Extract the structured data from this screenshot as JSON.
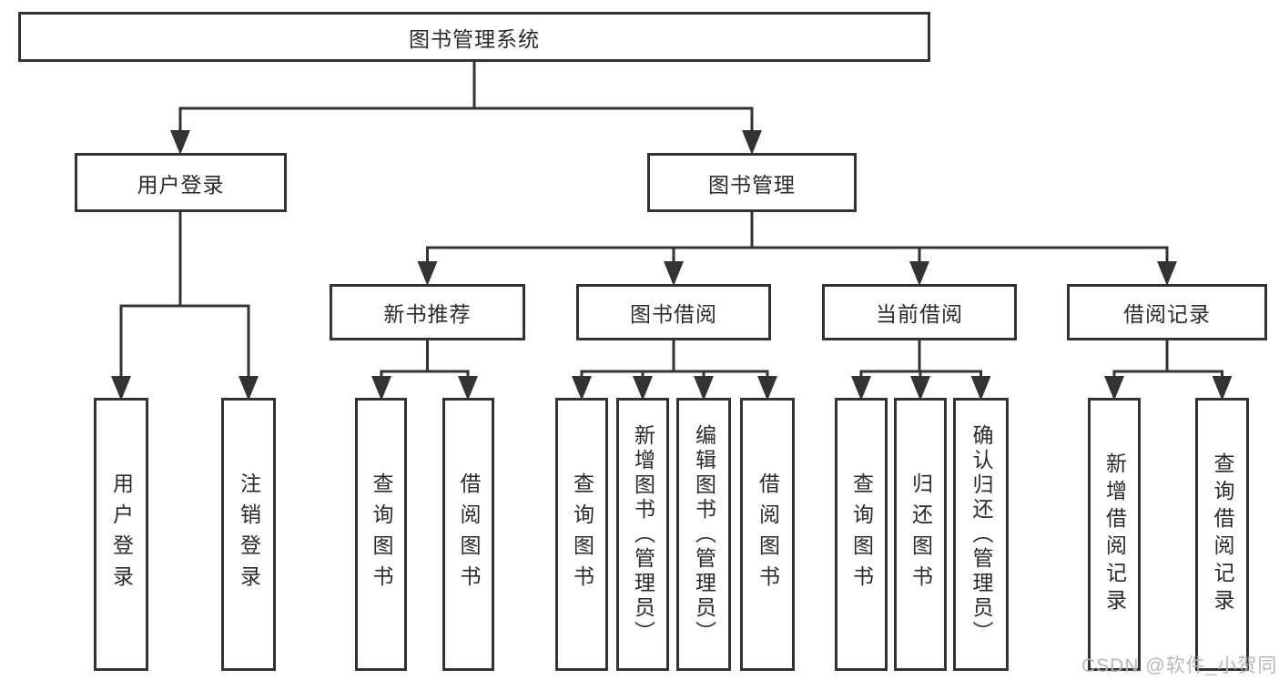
{
  "colors": {
    "line": "#333333",
    "box_border": "#333333",
    "text": "#2a2a2a",
    "watermark": "#b5b5b5",
    "background": "#ffffff"
  },
  "nodes": {
    "root": {
      "label": "图书管理系统"
    },
    "user_login": {
      "label": "用户登录"
    },
    "book_management": {
      "label": "图书管理"
    },
    "new_book_recommend": {
      "label": "新书推荐"
    },
    "book_borrow": {
      "label": "图书借阅"
    },
    "current_borrow": {
      "label": "当前借阅"
    },
    "borrow_record": {
      "label": "借阅记录"
    },
    "leaf_user_login": {
      "label": "用户登录"
    },
    "leaf_logout": {
      "label": "注销登录"
    },
    "leaf_recommend_query_book": {
      "label": "查询图书"
    },
    "leaf_recommend_borrow_book": {
      "label": "借阅图书"
    },
    "leaf_borrow_query_book": {
      "label": "查询图书"
    },
    "leaf_borrow_add_book": {
      "label": "新增图书（管理员）"
    },
    "leaf_borrow_edit_book": {
      "label": "编辑图书（管理员）"
    },
    "leaf_borrow_borrow_book": {
      "label": "借阅图书"
    },
    "leaf_current_query_book": {
      "label": "查询图书"
    },
    "leaf_current_return_book": {
      "label": "归还图书"
    },
    "leaf_current_confirm_return": {
      "label": "确认归还（管理员）"
    },
    "leaf_record_add": {
      "label": "新增借阅记录"
    },
    "leaf_record_query": {
      "label": "查询借阅记录"
    }
  },
  "watermark": {
    "text": "CSDN @软件_小贺同学"
  }
}
